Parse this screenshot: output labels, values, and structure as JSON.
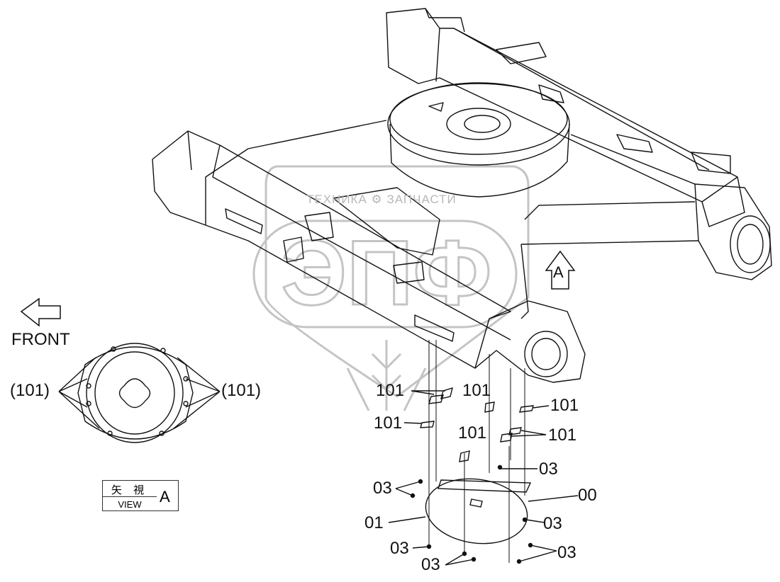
{
  "watermark": {
    "left_text": "ТЕХНИКА",
    "right_text": "ЗАПЧАСТИ",
    "emblem_text": "ЭПФ"
  },
  "labels": {
    "front": "FRONT",
    "view_arrow": "A",
    "part_101": "101",
    "part_101_paren": "(101)",
    "part_03": "03",
    "part_00": "00",
    "part_01": "01"
  },
  "view_box": {
    "jp": "矢 視",
    "en": "VIEW",
    "letter": "A"
  }
}
